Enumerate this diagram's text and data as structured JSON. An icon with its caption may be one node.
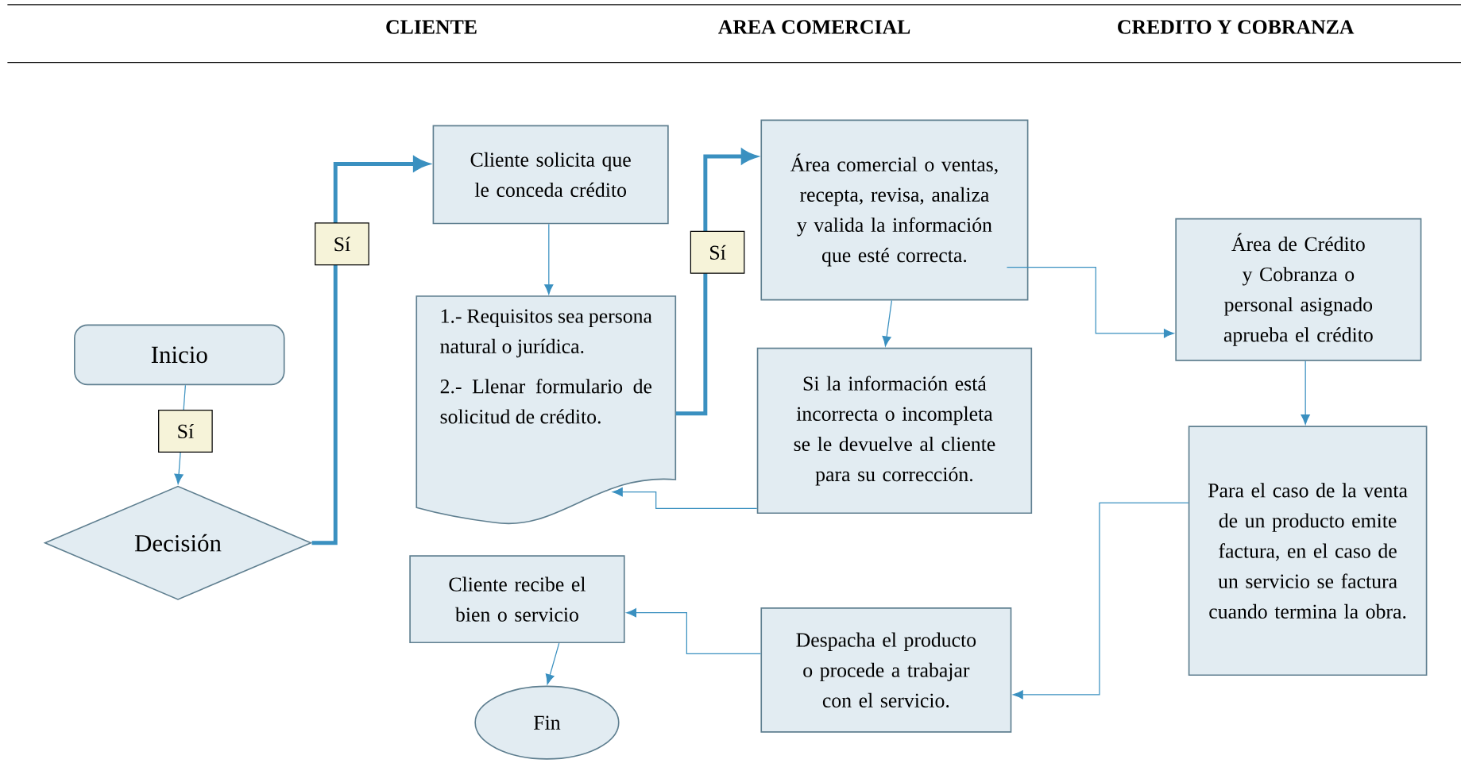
{
  "diagram": {
    "nodes": [
      {
        "text": [
          "Inicio"
        ]
      },
      {
        "text": [
          "Decisión"
        ]
      },
      {
        "text": [
          "Cliente solicita que le conceda crédito"
        ]
      },
      {
        "text": [
          "1.- Requisitos sea persona natural o jurídica.",
          "2.- Llenar formulario de solicitud de crédito."
        ]
      },
      {
        "text": [
          "Área comercial o ventas, recepta, revisa, analiza y valida la información que esté correcta."
        ]
      },
      {
        "text": [
          "Si la información está incorrecta o incompleta se le devuelve al cliente para su corrección."
        ]
      },
      {
        "text": [
          "Área de Crédito y Cobranza o personal asignado aprueba el crédito"
        ]
      },
      {
        "text": [
          "Para el caso de la venta de un producto emite factura, en el caso de un servicio se factura cuando termina la obra."
        ]
      },
      {
        "text": [
          "Despacha el producto o procede a trabajar con el servicio."
        ]
      },
      {
        "text": [
          "Cliente recibe el bien o servicio"
        ]
      },
      {
        "text": [
          "Fin"
        ]
      }
    ],
    "edges": [
      {
        "from": 0,
        "to": 1,
        "arrow": "to",
        "label": "Sí"
      },
      {
        "from": 1,
        "to": 2,
        "arrow": "to",
        "label": "Sí",
        "style": "thick"
      },
      {
        "from": 2,
        "to": 3,
        "arrow": "to"
      },
      {
        "from": 3,
        "to": 4,
        "arrow": "to",
        "label": "Sí",
        "style": "thick"
      },
      {
        "from": 4,
        "to": 5,
        "arrow": "to"
      },
      {
        "from": 5,
        "to": 3,
        "arrow": "to"
      },
      {
        "from": 4,
        "to": 6,
        "arrow": "to"
      },
      {
        "from": 6,
        "to": 7,
        "arrow": "to"
      },
      {
        "from": 7,
        "to": 8,
        "arrow": "to"
      },
      {
        "from": 8,
        "to": 9,
        "arrow": "to"
      },
      {
        "from": 9,
        "to": 10,
        "arrow": "to"
      }
    ],
    "labels": [
      "CLIENTE",
      "AREA COMERCIAL",
      "CREDITO Y COBRANZA"
    ]
  }
}
